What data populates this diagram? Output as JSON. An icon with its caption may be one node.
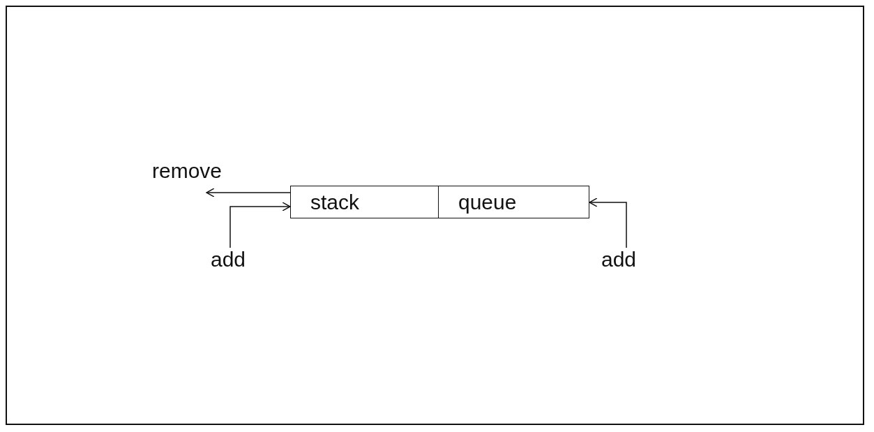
{
  "diagram": {
    "nodes": [
      {
        "text": [
          "remove"
        ]
      },
      {
        "text": [
          "add"
        ]
      },
      {
        "text": [
          "stack"
        ]
      },
      {
        "text": [
          "queue"
        ]
      },
      {
        "text": [
          "add"
        ]
      }
    ],
    "edges": [
      {
        "from": 2,
        "to": 0,
        "arrow": "to"
      },
      {
        "from": 1,
        "to": 2,
        "arrow": "to"
      },
      {
        "from": 4,
        "to": 3,
        "arrow": "to"
      }
    ]
  }
}
